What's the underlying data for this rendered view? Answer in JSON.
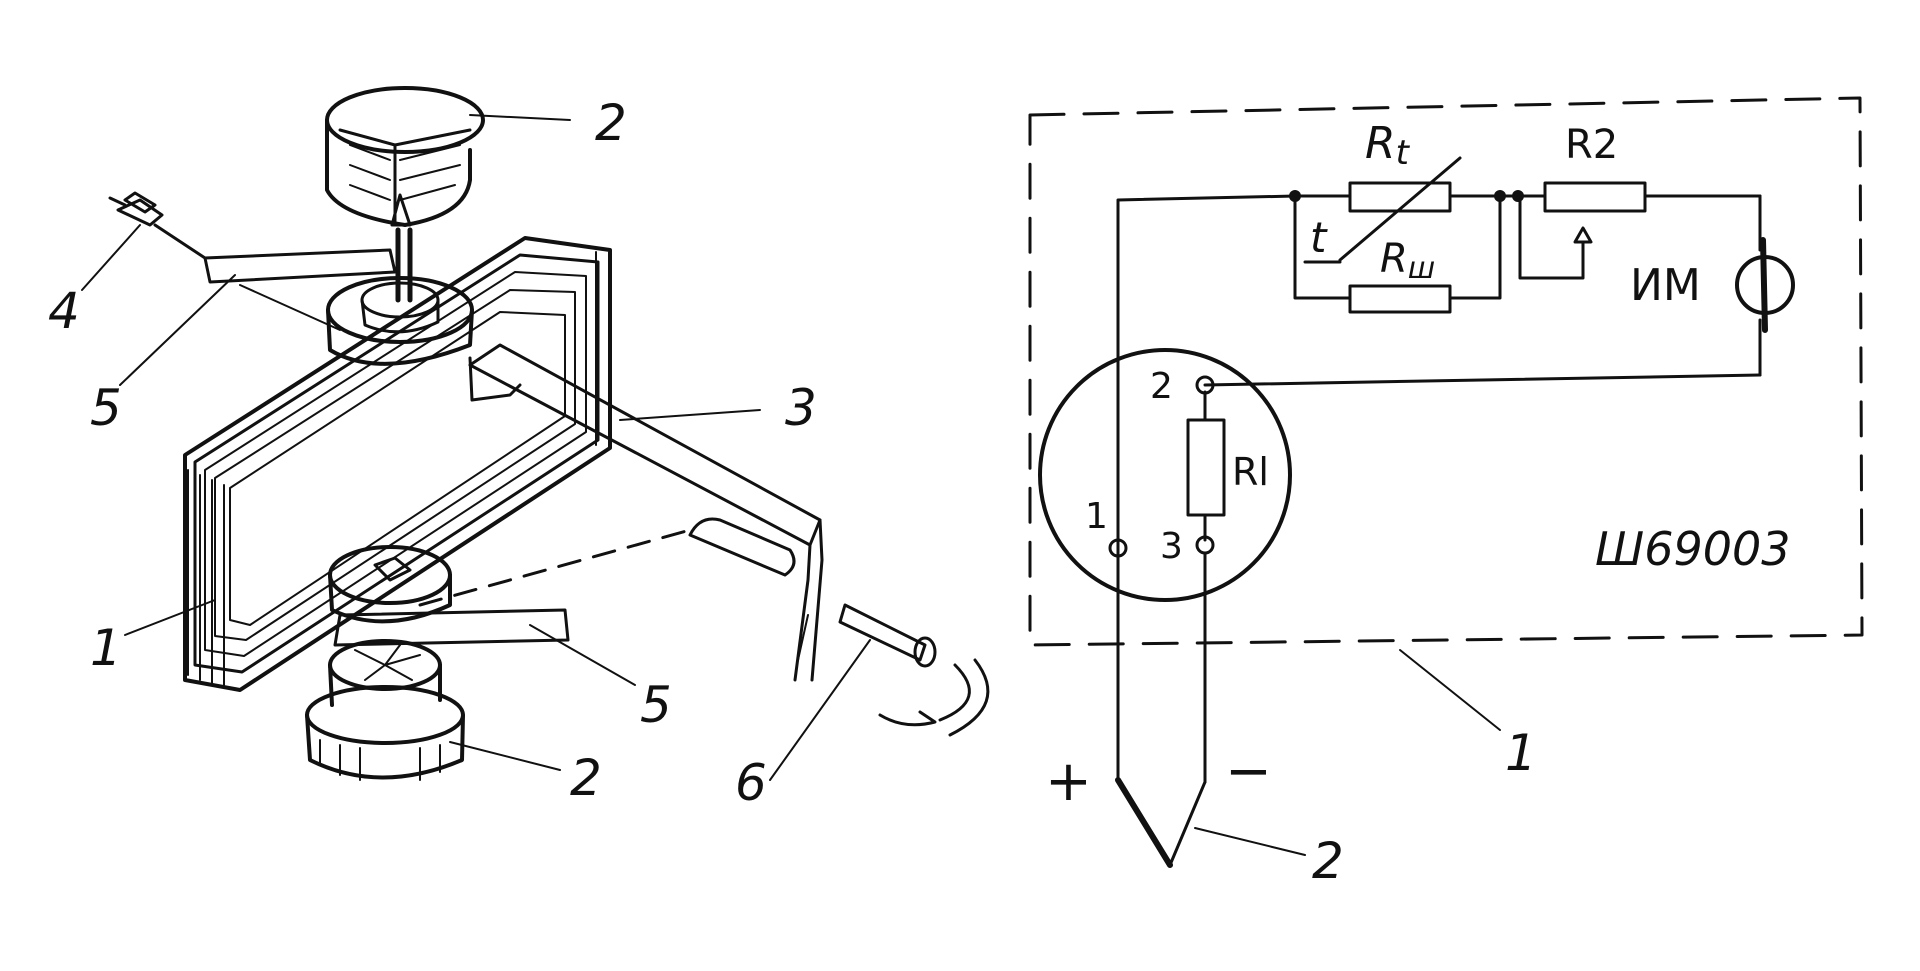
{
  "left_figure": {
    "callouts": [
      {
        "id": "core",
        "text": "1"
      },
      {
        "id": "magnet_top",
        "text": "2"
      },
      {
        "id": "magnet_bottom",
        "text": "2"
      },
      {
        "id": "pointer",
        "text": "3"
      },
      {
        "id": "counterweight",
        "text": "4"
      },
      {
        "id": "spring_top",
        "text": "5"
      },
      {
        "id": "spring_bottom",
        "text": "5"
      },
      {
        "id": "shaft",
        "text": "6"
      }
    ]
  },
  "right_figure": {
    "resistors": {
      "rt": {
        "main": "R",
        "sub": "t"
      },
      "temp_mark": "t",
      "rsh": {
        "main": "R",
        "sub": "ш"
      },
      "r2": "R2",
      "r1": "Rl"
    },
    "meter_label": "ИМ",
    "terminals": [
      "1",
      "2",
      "3"
    ],
    "polarity_plus": "+",
    "polarity_minus": "−",
    "device_model": "Ш69003",
    "callout_housing": "1",
    "callout_thermocouple": "2"
  }
}
